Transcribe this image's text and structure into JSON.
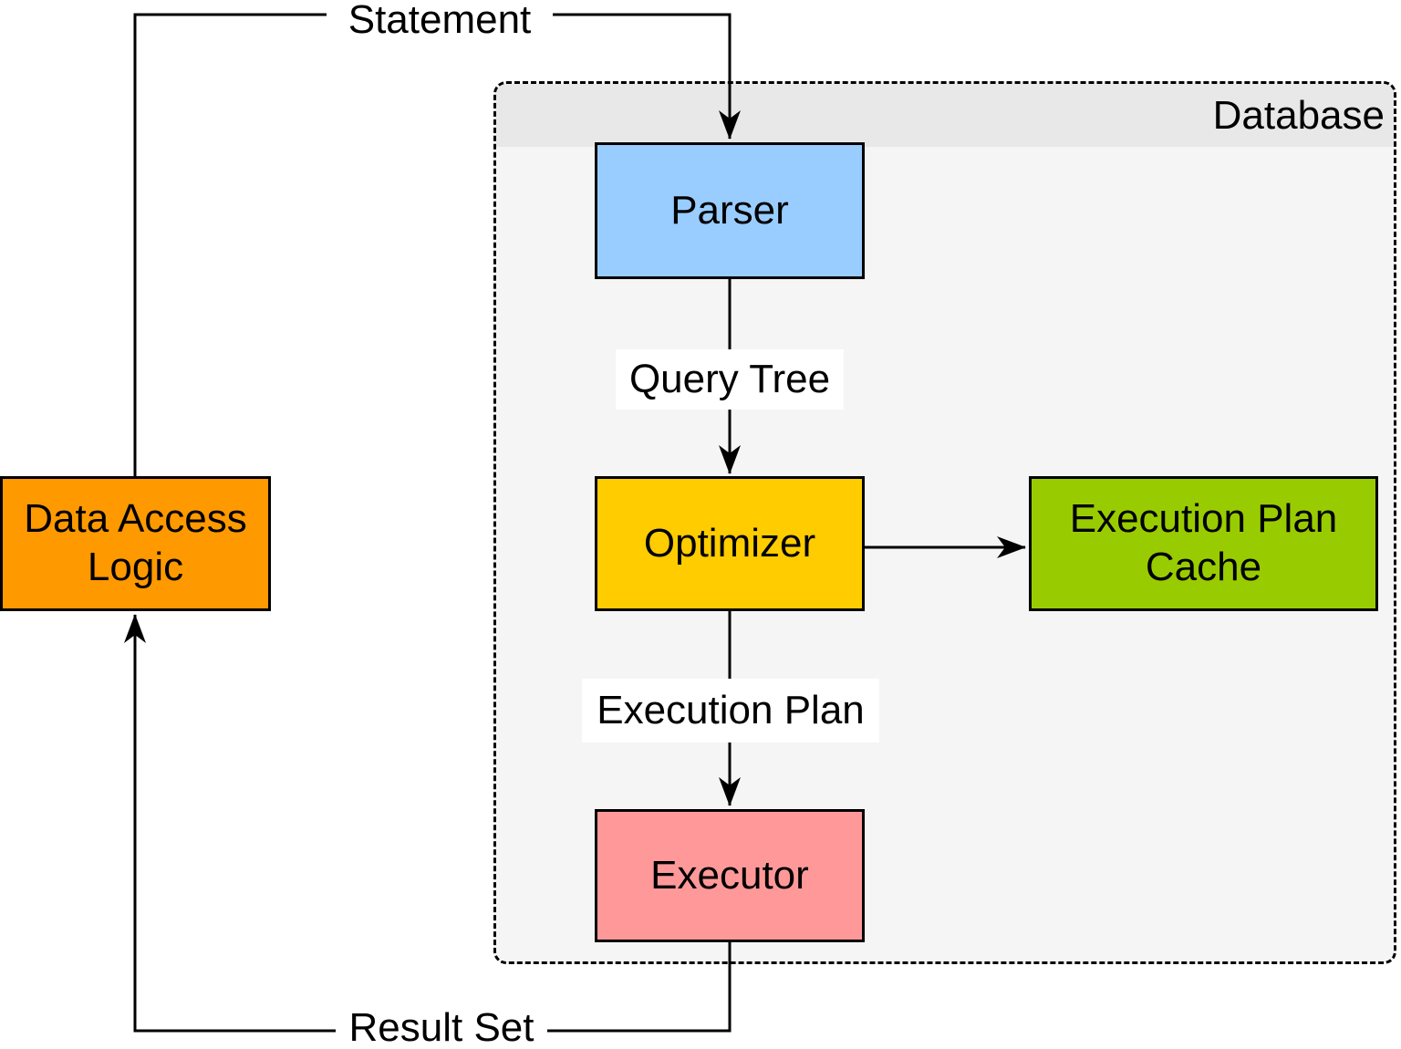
{
  "diagram": {
    "title_region": {
      "database_label": "Database",
      "header_bg": "#e8e8e8",
      "body_bg": "#f5f5f5",
      "border_color": "#000000"
    },
    "nodes": {
      "data_access_logic": {
        "label": "Data Access Logic",
        "fill": "#ff9900"
      },
      "parser": {
        "label": "Parser",
        "fill": "#99ccff"
      },
      "optimizer": {
        "label": "Optimizer",
        "fill": "#ffcc00"
      },
      "execution_plan_cache": {
        "label": "Execution Plan Cache",
        "fill": "#99cc00"
      },
      "executor": {
        "label": "Executor",
        "fill": "#ff9999"
      }
    },
    "edge_labels": {
      "statement": "Statement",
      "query_tree": "Query Tree",
      "execution_plan": "Execution Plan",
      "result_set": "Result Set"
    },
    "line_color": "#000000"
  }
}
